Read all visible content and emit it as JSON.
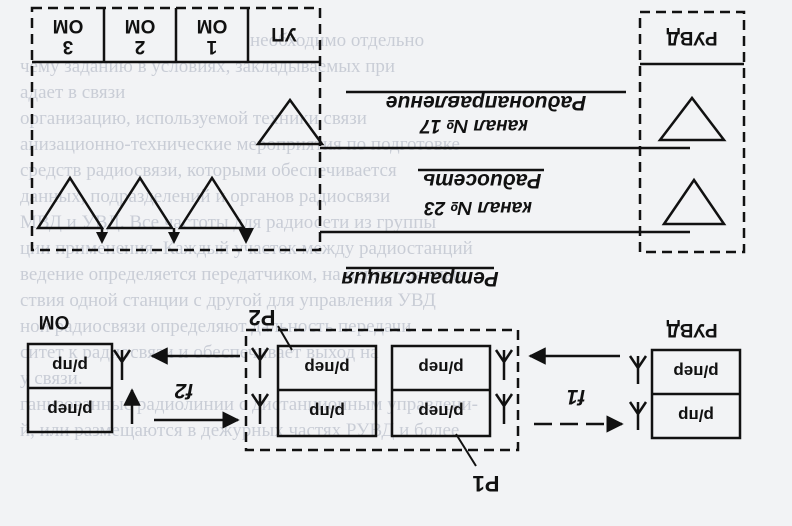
{
  "figure": {
    "upper": {
      "om_cells": [
        {
          "num": "3",
          "label": "ОМ"
        },
        {
          "num": "2",
          "label": "ОМ"
        },
        {
          "num": "1",
          "label": "ОМ"
        }
      ],
      "up_label": "УП",
      "ruvd_label": "РУВД",
      "link_radio_direction": "Радионаправление",
      "link_radio_direction_channel": "канал № 17",
      "link_radio_network": "Радиосеть",
      "link_radio_network_channel": "канал № 23"
    },
    "lower": {
      "relay_label": "Ретрансляция",
      "left_station": {
        "label": "ОМ",
        "top": "р/пр",
        "bottom": "р/пер"
      },
      "right_station": {
        "label": "РУВД",
        "top": "р/пер",
        "bottom": "р/пр"
      },
      "relay_block": {
        "top_left": "р/пер",
        "top_right": "р/пер",
        "bottom_left": "р/пр",
        "bottom_right": "р/пер"
      },
      "freq_left": "f2",
      "freq_right": "f1",
      "p2": "P2",
      "p1": "P1"
    }
  }
}
